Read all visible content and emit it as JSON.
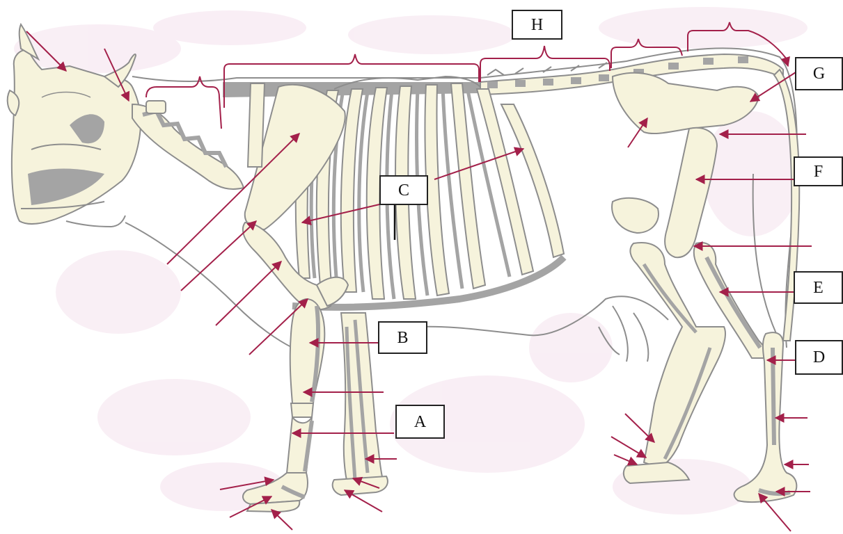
{
  "diagram": {
    "labels": {
      "A": "A",
      "B": "B",
      "C": "C",
      "D": "D",
      "E": "E",
      "F": "F",
      "G": "G",
      "H": "H"
    },
    "colors": {
      "background": "#ffffff",
      "background_blotch": "#f7e8f1",
      "bone_fill": "#f6f3dc",
      "bone_outline": "#8d8d8d",
      "bone_shadow": "#a4a4a4",
      "arrow": "#a3204a",
      "box_border": "#222222",
      "text": "#111111"
    }
  }
}
